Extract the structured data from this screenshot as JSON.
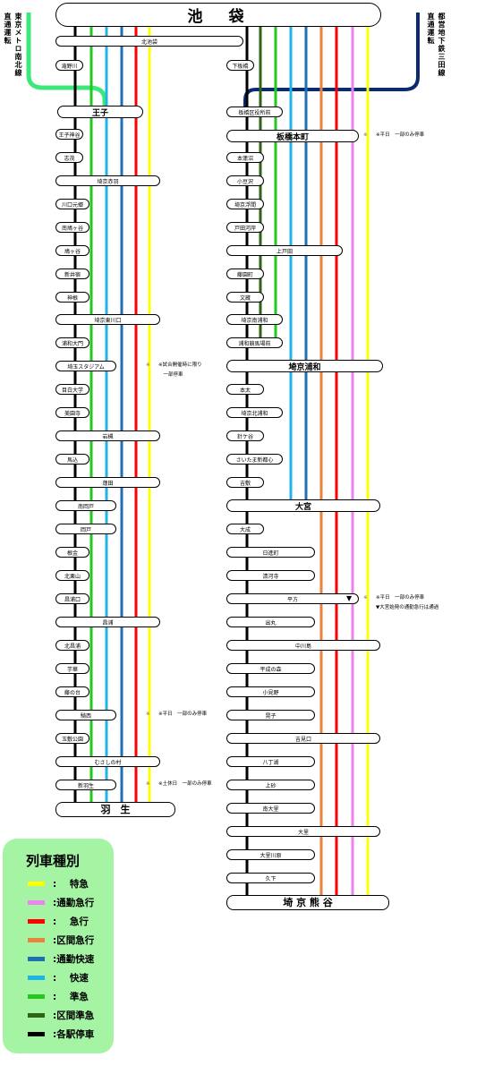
{
  "legend": {
    "title": "列車種別",
    "items": [
      {
        "key": "tokkyu",
        "color": "#ffff00",
        "label": ":    特急"
      },
      {
        "key": "tsukin_kaisoku_express",
        "color": "#ee82ee",
        "label": ":通勤急行"
      },
      {
        "key": "kyuko",
        "color": "#ff0000",
        "label": ":    急行"
      },
      {
        "key": "kukan_kyuko",
        "color": "#e8823c",
        "label": ":区間急行"
      },
      {
        "key": "tsukin_kaisoku",
        "color": "#1f6fb4",
        "label": ":通勤快速"
      },
      {
        "key": "kaisoku",
        "color": "#1eb4e6",
        "label": ":    快速"
      },
      {
        "key": "junkyu",
        "color": "#22c81e",
        "label": ":    準急"
      },
      {
        "key": "kukan_junkyu",
        "color": "#2e6414",
        "label": ":区間準急"
      },
      {
        "key": "kakueki",
        "color": "#000000",
        "label": ":各駅停車"
      }
    ]
  },
  "through": {
    "left": {
      "lines": [
        "東京メトロ南北線",
        "直通運転"
      ],
      "color": "#3de87a"
    },
    "right": {
      "lines": [
        "都営地下鉄三田線",
        "直通運転"
      ],
      "color": "#0a2c6e"
    }
  },
  "terminal": {
    "name": "池　袋"
  },
  "left_line": [
    {
      "name": "北池袋",
      "style": "wide"
    },
    {
      "name": "滝野川",
      "style": "small"
    },
    {
      "name": "王子",
      "style": "major"
    },
    {
      "name": "王子神谷",
      "style": "small"
    },
    {
      "name": "志茂",
      "style": "small"
    },
    {
      "name": "埼京赤羽",
      "style": "wide"
    },
    {
      "name": "川口元郷",
      "style": "short"
    },
    {
      "name": "南鳩ヶ谷",
      "style": "short"
    },
    {
      "name": "鳩ヶ谷",
      "style": "short"
    },
    {
      "name": "新井宿",
      "style": "short"
    },
    {
      "name": "神根",
      "style": "short"
    },
    {
      "name": "埼京東川口",
      "style": "wide"
    },
    {
      "name": "浦和大門",
      "style": "short"
    },
    {
      "name": "埼玉スタジアム",
      "style": "mid",
      "mark": "※",
      "note": [
        "※試合開催時に限り",
        "　一部停車"
      ]
    },
    {
      "name": "目白大学",
      "style": "short"
    },
    {
      "name": "美園寺",
      "style": "short"
    },
    {
      "name": "岩槻",
      "style": "wide"
    },
    {
      "name": "馬込",
      "style": "short"
    },
    {
      "name": "蓮田",
      "style": "wide"
    },
    {
      "name": "南岡戸",
      "style": "mid"
    },
    {
      "name": "岡戸",
      "style": "mid"
    },
    {
      "name": "根金",
      "style": "short"
    },
    {
      "name": "北栗山",
      "style": "short"
    },
    {
      "name": "昌浦口",
      "style": "short"
    },
    {
      "name": "昌浦",
      "style": "wide"
    },
    {
      "name": "北昌浦",
      "style": "short"
    },
    {
      "name": "芋華",
      "style": "short"
    },
    {
      "name": "藤の台",
      "style": "short"
    },
    {
      "name": "騎西",
      "style": "mid",
      "mark": "※",
      "note": [
        "※平日　一部のみ停車"
      ]
    },
    {
      "name": "玉敷公園",
      "style": "short"
    },
    {
      "name": "むさしの村",
      "style": "wide"
    },
    {
      "name": "新羽生",
      "style": "mid",
      "mark": "※",
      "note": [
        "※土休日　一部のみ停車"
      ]
    },
    {
      "name": "羽　生",
      "style": "end"
    }
  ],
  "right_line": [
    {
      "name": "下板橋",
      "style": "small"
    },
    {
      "name": "板橋区役所前",
      "style": "mid"
    },
    {
      "name": "板橋本町",
      "style": "major",
      "mark": "※",
      "note": [
        "※平日　一部のみ停車"
      ]
    },
    {
      "name": "本蓮沼",
      "style": "short"
    },
    {
      "name": "小豆沢",
      "style": "short"
    },
    {
      "name": "埼京浮間",
      "style": "short"
    },
    {
      "name": "戸田河岸",
      "style": "short"
    },
    {
      "name": "上戸田",
      "style": "wide"
    },
    {
      "name": "藤園町",
      "style": "short"
    },
    {
      "name": "文蔵",
      "style": "short"
    },
    {
      "name": "埼京南浦和",
      "style": "mid"
    },
    {
      "name": "浦和競馬場前",
      "style": "mid"
    },
    {
      "name": "埼京浦和",
      "style": "major"
    },
    {
      "name": "本太",
      "style": "short"
    },
    {
      "name": "埼京北浦和",
      "style": "mid"
    },
    {
      "name": "針ケ谷",
      "style": "short"
    },
    {
      "name": "さいたま新都心",
      "style": "mid"
    },
    {
      "name": "吉敷",
      "style": "short"
    },
    {
      "name": "大宮",
      "style": "major"
    },
    {
      "name": "大成",
      "style": "short"
    },
    {
      "name": "日進町",
      "style": "wide"
    },
    {
      "name": "清河寺",
      "style": "wide"
    },
    {
      "name": "平方",
      "style": "wide",
      "mark": "※",
      "marker": "▼",
      "note": [
        "※平日　一部のみ停車",
        "▼大宮始発の通勤急行は通過"
      ]
    },
    {
      "name": "出丸",
      "style": "wide"
    },
    {
      "name": "中川島",
      "style": "full"
    },
    {
      "name": "平成の森",
      "style": "wide"
    },
    {
      "name": "小見野",
      "style": "wide"
    },
    {
      "name": "晃子",
      "style": "wide"
    },
    {
      "name": "吉見口",
      "style": "full"
    },
    {
      "name": "八丁湖",
      "style": "wide"
    },
    {
      "name": "上砂",
      "style": "wide"
    },
    {
      "name": "南大里",
      "style": "wide"
    },
    {
      "name": "大里",
      "style": "full"
    },
    {
      "name": "大里川原",
      "style": "wide"
    },
    {
      "name": "久下",
      "style": "wide"
    },
    {
      "name": "埼 京 熊 谷",
      "style": "end"
    }
  ]
}
